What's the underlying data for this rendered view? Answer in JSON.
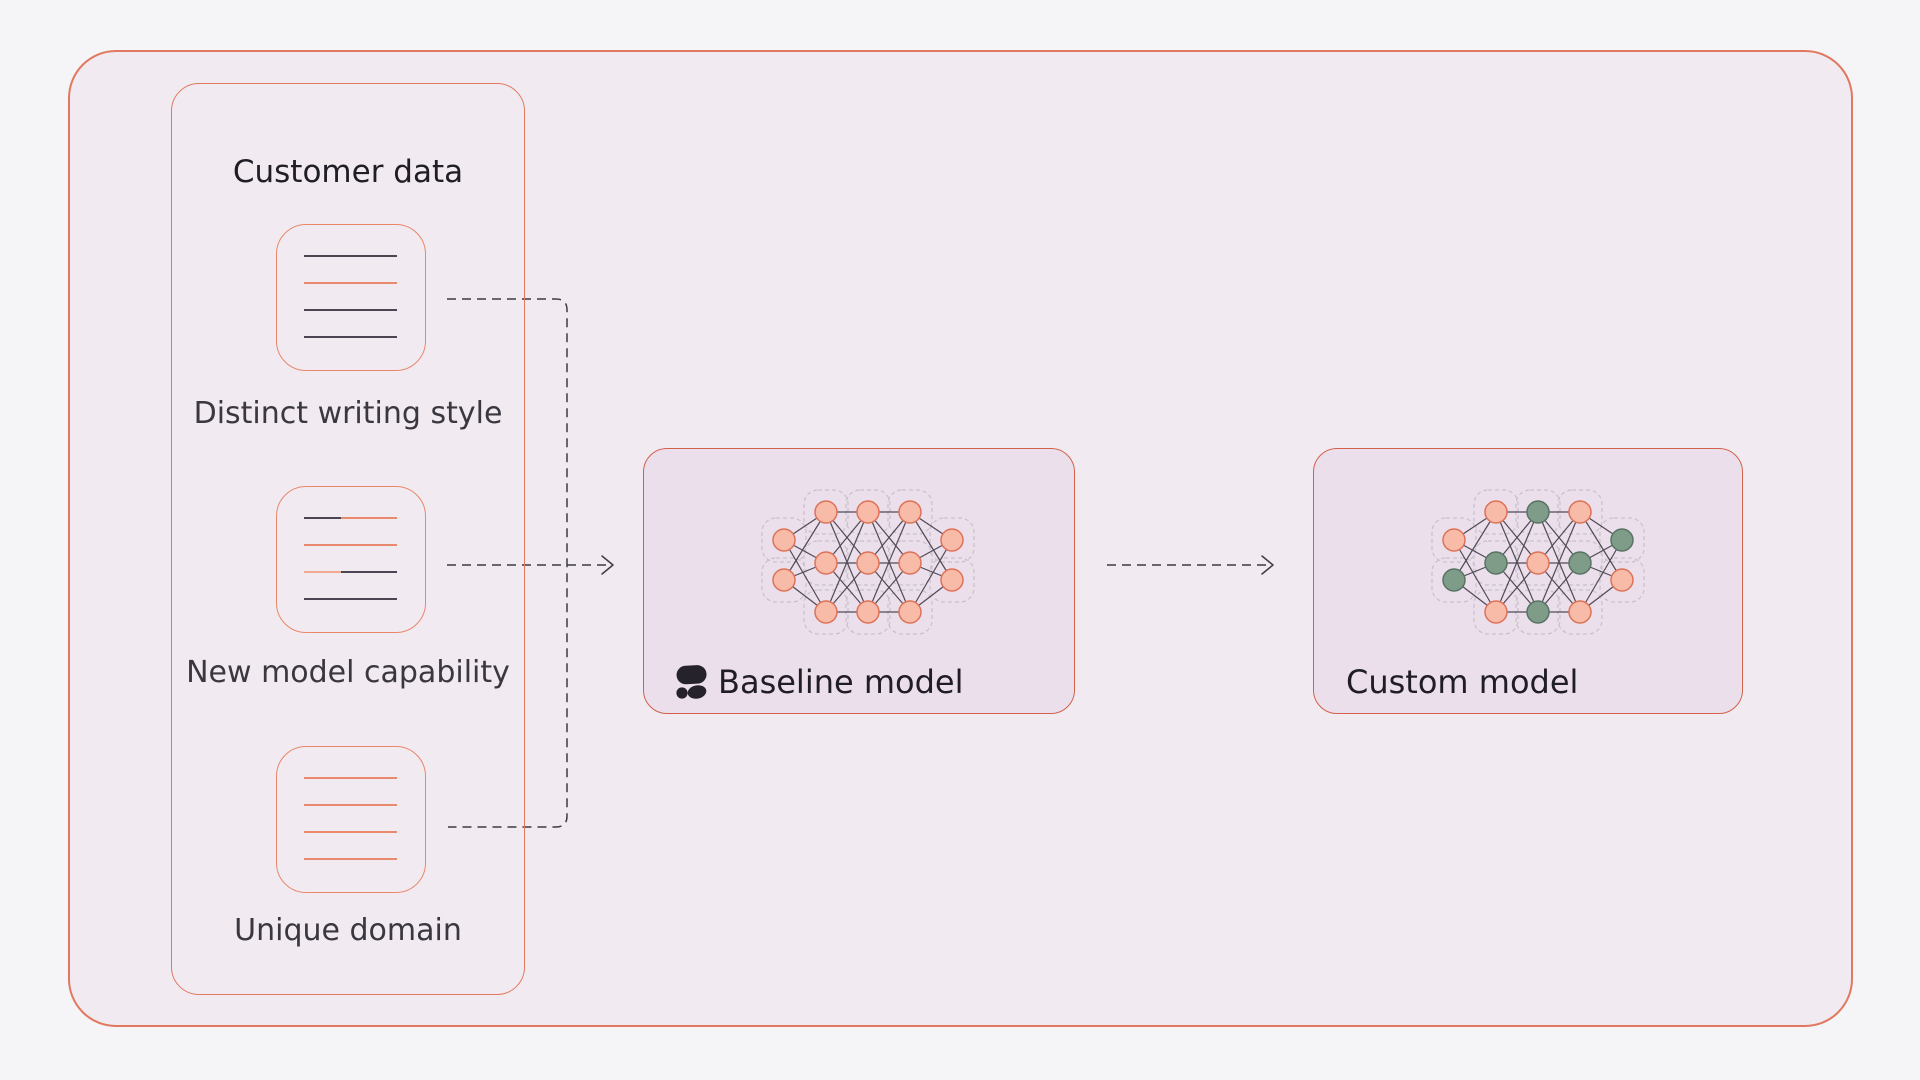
{
  "diagram": {
    "customer_panel": {
      "title": "Customer data",
      "documents": [
        {
          "label": "Distinct writing style",
          "lines": [
            [
              {
                "color": "dark",
                "frac": 1
              }
            ],
            [
              {
                "color": "coral",
                "frac": 1
              }
            ],
            [
              {
                "color": "dark",
                "frac": 1
              }
            ],
            [
              {
                "color": "dark",
                "frac": 1
              }
            ]
          ]
        },
        {
          "label": "New model capability",
          "lines": [
            [
              {
                "color": "dark",
                "frac": 0.4
              },
              {
                "color": "coral",
                "frac": 0.6
              }
            ],
            [
              {
                "color": "coral",
                "frac": 1
              }
            ],
            [
              {
                "color": "salmon",
                "frac": 0.4
              },
              {
                "color": "dark",
                "frac": 0.6
              }
            ],
            [
              {
                "color": "dark",
                "frac": 1
              }
            ]
          ]
        },
        {
          "label": "Unique domain",
          "lines": [
            [
              {
                "color": "coral",
                "frac": 1
              }
            ],
            [
              {
                "color": "coral",
                "frac": 1
              }
            ],
            [
              {
                "color": "coral",
                "frac": 1
              }
            ],
            [
              {
                "color": "coral",
                "frac": 1
              }
            ]
          ]
        }
      ]
    },
    "baseline_model": {
      "label": "Baseline model",
      "logo_icon": "blob-logo-icon",
      "network": {
        "layers": [
          [
            "salmon",
            "salmon"
          ],
          [
            "salmon",
            "salmon",
            "salmon"
          ],
          [
            "salmon",
            "salmon",
            "salmon"
          ],
          [
            "salmon",
            "salmon",
            "salmon"
          ],
          [
            "salmon",
            "salmon"
          ]
        ]
      }
    },
    "custom_model": {
      "label": "Custom model",
      "network": {
        "layers": [
          [
            "salmon",
            "green"
          ],
          [
            "salmon",
            "green",
            "salmon"
          ],
          [
            "green",
            "salmon",
            "green"
          ],
          [
            "salmon",
            "green",
            "salmon"
          ],
          [
            "green",
            "salmon"
          ]
        ]
      }
    },
    "colors": {
      "page_background": "#f5f4f7",
      "panel_background": "#f1ebf1",
      "panel_border": "#e0795f",
      "model_box_background": "#ecdfec",
      "model_box_border": "#d2604a",
      "connector": "#3e3b45",
      "capsule_dash": "#c6c0ca",
      "edge": "#4f4a55",
      "node_salmon_fill": "#f8bba8",
      "node_salmon_stroke": "#dd7257",
      "node_green_fill": "#7f9c89",
      "node_green_stroke": "#577463",
      "logo": "#26222b",
      "doc_line_colors": {
        "dark": "#4b4651",
        "coral": "#e98a6e",
        "salmon": "#f2a992"
      }
    }
  }
}
